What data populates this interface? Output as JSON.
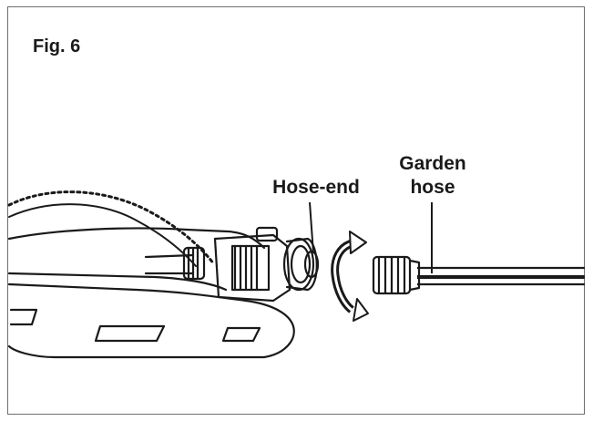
{
  "figure": {
    "label": "Fig. 6"
  },
  "callouts": {
    "hose_end": "Hose-end",
    "garden_hose_line1": "Garden",
    "garden_hose_line2": "hose"
  },
  "colors": {
    "line": "#1a1a1a",
    "frame": "#6e6e6e",
    "background": "#ffffff"
  },
  "icons": [
    "sprinkler-illustration",
    "rotate-arrow-icon",
    "garden-hose-illustration"
  ]
}
